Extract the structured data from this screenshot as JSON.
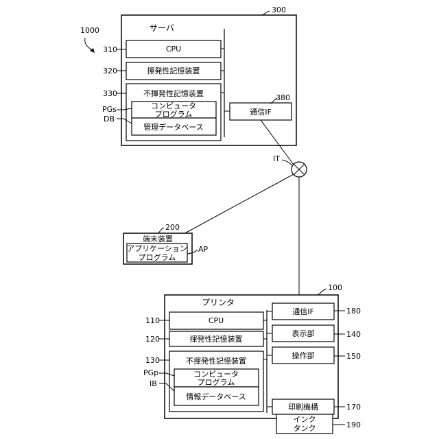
{
  "system": {
    "ref": "1000"
  },
  "server": {
    "ref": "300",
    "title": "サーバ",
    "cpu": {
      "ref": "310",
      "label": "CPU"
    },
    "volatile": {
      "ref": "320",
      "label": "揮発性記憶装置"
    },
    "nonvolatile": {
      "ref": "330",
      "label": "不揮発性記憶装置"
    },
    "program": {
      "ref": "PGs",
      "line1": "コンピュータ",
      "line2": "プログラム"
    },
    "database": {
      "ref": "DB",
      "label": "管理データベース"
    },
    "comm": {
      "ref": "380",
      "label": "通信IF"
    }
  },
  "network": {
    "ref": "IT"
  },
  "terminal": {
    "ref": "200",
    "title": "端末装置",
    "app": {
      "ref": "AP",
      "line1": "アプリケーション",
      "line2": "プログラム"
    }
  },
  "printer": {
    "ref": "100",
    "title": "プリンタ",
    "cpu": {
      "ref": "110",
      "label": "CPU"
    },
    "volatile": {
      "ref": "120",
      "label": "揮発性記憶装置"
    },
    "nonvolatile": {
      "ref": "130",
      "label": "不揮発性記憶装置"
    },
    "program": {
      "ref": "PGp",
      "line1": "コンピュータ",
      "line2": "プログラム"
    },
    "infodb": {
      "ref": "IB",
      "label": "情報データベース"
    },
    "comm": {
      "ref": "180",
      "label": "通信IF"
    },
    "display": {
      "ref": "140",
      "label": "表示部"
    },
    "operation": {
      "ref": "150",
      "label": "操作部"
    },
    "print_mech": {
      "ref": "170",
      "label": "印刷機構"
    },
    "ink_tank": {
      "ref": "190",
      "line1": "インク",
      "line2": "タンク"
    }
  }
}
